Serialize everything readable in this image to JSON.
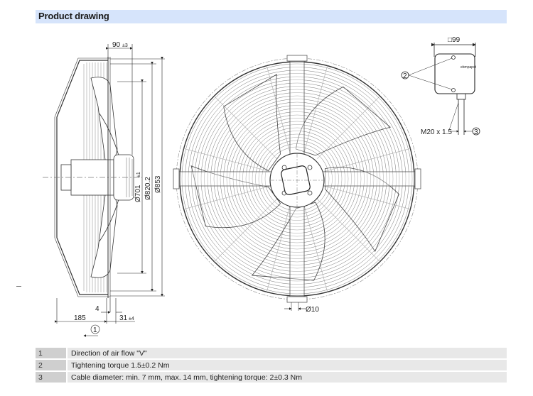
{
  "header": {
    "title": "Product drawing"
  },
  "side_view": {
    "dim_top": "90",
    "dim_top_tol": "±3",
    "dia_inner": "Ø701",
    "dia_inner_tol": "±1",
    "dia_mid": "Ø820.2",
    "dia_outer": "Ø853",
    "dim_4": "4",
    "dim_185": "185",
    "dim_31": "31",
    "dim_31_tol": "±4",
    "callout_1": "1"
  },
  "front_view": {
    "hole_dia": "Ø10"
  },
  "terminal_box": {
    "size": "□99",
    "brand": "ebmpapst",
    "callout_2": "2",
    "gland": "M20 x 1.5",
    "callout_3": "3"
  },
  "legend": [
    {
      "num": "1",
      "text": "Direction of air flow \"V\""
    },
    {
      "num": "2",
      "text": "Tightening torque 1.5±0.2 Nm"
    },
    {
      "num": "3",
      "text": "Cable diameter: min. 7 mm, max. 14 mm, tightening torque: 2±0.3 Nm"
    }
  ]
}
